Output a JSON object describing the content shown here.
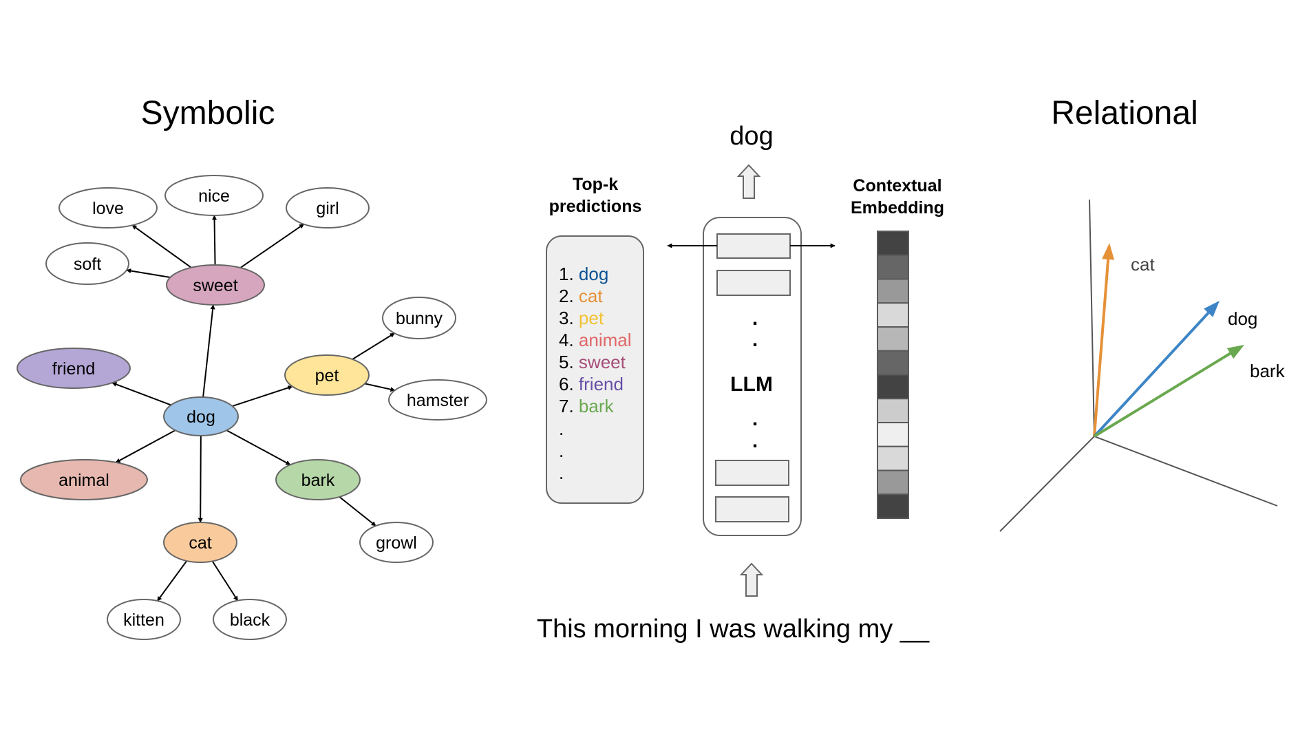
{
  "symbolic": {
    "title": "Symbolic",
    "nodes": [
      {
        "id": "dog",
        "label": "dog",
        "fill": "#9fc5e8"
      },
      {
        "id": "sweet",
        "label": "sweet",
        "fill": "#d5a6bd"
      },
      {
        "id": "love",
        "label": "love",
        "fill": "#ffffff"
      },
      {
        "id": "nice",
        "label": "nice",
        "fill": "#ffffff"
      },
      {
        "id": "girl",
        "label": "girl",
        "fill": "#ffffff"
      },
      {
        "id": "soft",
        "label": "soft",
        "fill": "#ffffff"
      },
      {
        "id": "friend",
        "label": "friend",
        "fill": "#b4a7d6"
      },
      {
        "id": "pet",
        "label": "pet",
        "fill": "#ffe599"
      },
      {
        "id": "bunny",
        "label": "bunny",
        "fill": "#ffffff"
      },
      {
        "id": "hamster",
        "label": "hamster",
        "fill": "#ffffff"
      },
      {
        "id": "animal",
        "label": "animal",
        "fill": "#e6b8af"
      },
      {
        "id": "bark",
        "label": "bark",
        "fill": "#b6d7a8"
      },
      {
        "id": "growl",
        "label": "growl",
        "fill": "#ffffff"
      },
      {
        "id": "cat",
        "label": "cat",
        "fill": "#f9cb9c"
      },
      {
        "id": "kitten",
        "label": "kitten",
        "fill": "#ffffff"
      },
      {
        "id": "black",
        "label": "black",
        "fill": "#ffffff"
      }
    ],
    "edges": [
      [
        "dog",
        "sweet"
      ],
      [
        "sweet",
        "love"
      ],
      [
        "sweet",
        "nice"
      ],
      [
        "sweet",
        "girl"
      ],
      [
        "sweet",
        "soft"
      ],
      [
        "dog",
        "friend"
      ],
      [
        "dog",
        "pet"
      ],
      [
        "pet",
        "bunny"
      ],
      [
        "pet",
        "hamster"
      ],
      [
        "dog",
        "animal"
      ],
      [
        "dog",
        "bark"
      ],
      [
        "bark",
        "growl"
      ],
      [
        "dog",
        "cat"
      ],
      [
        "cat",
        "kitten"
      ],
      [
        "cat",
        "black"
      ]
    ]
  },
  "llm_panel": {
    "output_word": "dog",
    "topk_header": [
      "Top-k",
      "predictions"
    ],
    "predictions": [
      {
        "rank": "1.",
        "word": "dog",
        "color": "#0b5394"
      },
      {
        "rank": "2.",
        "word": "cat",
        "color": "#e69138"
      },
      {
        "rank": "3.",
        "word": "pet",
        "color": "#f1c232"
      },
      {
        "rank": "4.",
        "word": "animal",
        "color": "#e06666"
      },
      {
        "rank": "5.",
        "word": "sweet",
        "color": "#a64d79"
      },
      {
        "rank": "6.",
        "word": "friend",
        "color": "#674ea7"
      },
      {
        "rank": "7.",
        "word": "bark",
        "color": "#6aa84f"
      }
    ],
    "ellipsis": ".",
    "model_label": "LLM",
    "embedding_header": [
      "Contextual",
      "Embedding"
    ],
    "embedding_cells": [
      "#434343",
      "#666666",
      "#999999",
      "#d9d9d9",
      "#b7b7b7",
      "#666666",
      "#434343",
      "#cccccc",
      "#efefef",
      "#d9d9d9",
      "#999999",
      "#434343"
    ],
    "input_sentence": "This morning I was walking my __"
  },
  "relational": {
    "title": "Relational",
    "vectors": [
      {
        "label": "cat",
        "color": "#e69138",
        "label_color": "#434343"
      },
      {
        "label": "dog",
        "color": "#3d85c6",
        "label_color": "#000000"
      },
      {
        "label": "bark",
        "color": "#6aa84f",
        "label_color": "#000000"
      }
    ]
  }
}
